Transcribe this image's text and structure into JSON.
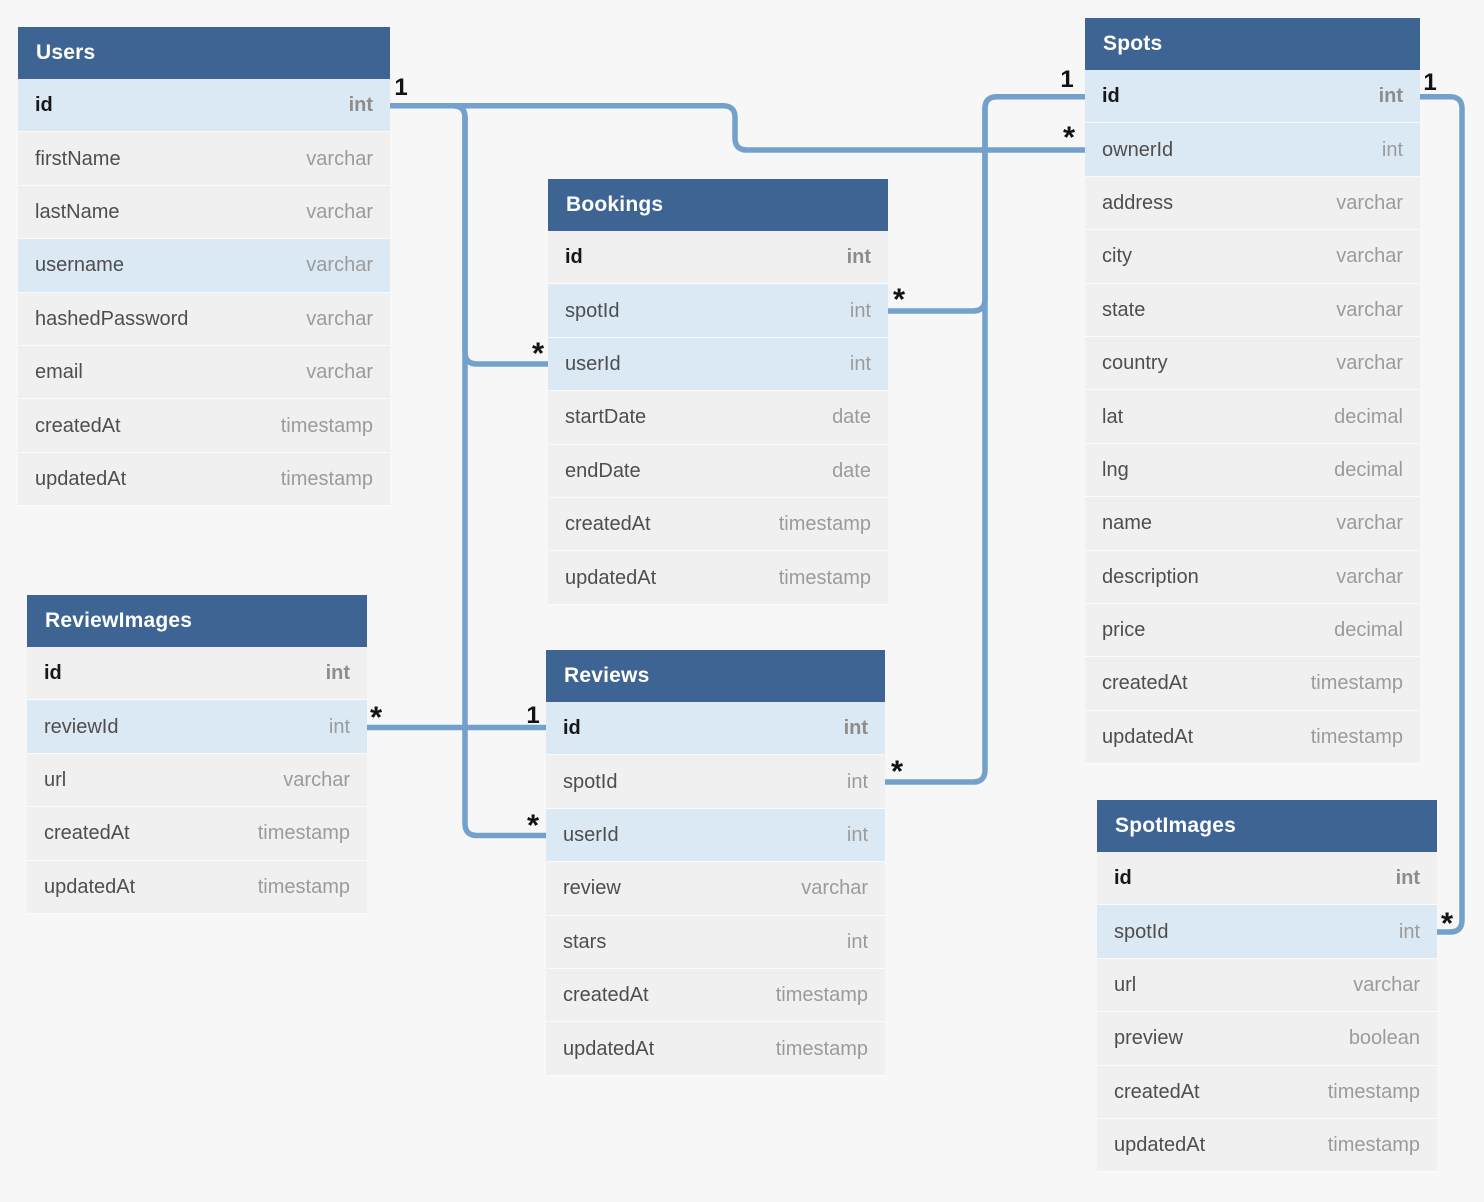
{
  "diagram": {
    "colors": {
      "header_blue": "#3e6494",
      "row_highlight_blue": "#dbe9f5",
      "row_gray": "#f0f0f0",
      "line": "#74a1cc",
      "background": "#f7f7f7"
    },
    "tables": [
      {
        "name": "Users",
        "fields": [
          {
            "name": "id",
            "type": "int",
            "key": true,
            "highlighted": true
          },
          {
            "name": "firstName",
            "type": "varchar"
          },
          {
            "name": "lastName",
            "type": "varchar"
          },
          {
            "name": "username",
            "type": "varchar",
            "highlighted": true
          },
          {
            "name": "hashedPassword",
            "type": "varchar"
          },
          {
            "name": "email",
            "type": "varchar"
          },
          {
            "name": "createdAt",
            "type": "timestamp"
          },
          {
            "name": "updatedAt",
            "type": "timestamp"
          }
        ]
      },
      {
        "name": "Bookings",
        "fields": [
          {
            "name": "id",
            "type": "int",
            "key": true
          },
          {
            "name": "spotId",
            "type": "int",
            "highlighted": true
          },
          {
            "name": "userId",
            "type": "int",
            "highlighted": true
          },
          {
            "name": "startDate",
            "type": "date"
          },
          {
            "name": "endDate",
            "type": "date"
          },
          {
            "name": "createdAt",
            "type": "timestamp"
          },
          {
            "name": "updatedAt",
            "type": "timestamp"
          }
        ]
      },
      {
        "name": "Spots",
        "fields": [
          {
            "name": "id",
            "type": "int",
            "key": true,
            "highlighted": true
          },
          {
            "name": "ownerId",
            "type": "int",
            "highlighted": true
          },
          {
            "name": "address",
            "type": "varchar"
          },
          {
            "name": "city",
            "type": "varchar"
          },
          {
            "name": "state",
            "type": "varchar"
          },
          {
            "name": "country",
            "type": "varchar"
          },
          {
            "name": "lat",
            "type": "decimal"
          },
          {
            "name": "lng",
            "type": "decimal"
          },
          {
            "name": "name",
            "type": "varchar"
          },
          {
            "name": "description",
            "type": "varchar"
          },
          {
            "name": "price",
            "type": "decimal"
          },
          {
            "name": "createdAt",
            "type": "timestamp"
          },
          {
            "name": "updatedAt",
            "type": "timestamp"
          }
        ]
      },
      {
        "name": "ReviewImages",
        "fields": [
          {
            "name": "id",
            "type": "int",
            "key": true
          },
          {
            "name": "reviewId",
            "type": "int",
            "highlighted": true
          },
          {
            "name": "url",
            "type": "varchar"
          },
          {
            "name": "createdAt",
            "type": "timestamp"
          },
          {
            "name": "updatedAt",
            "type": "timestamp"
          }
        ]
      },
      {
        "name": "Reviews",
        "fields": [
          {
            "name": "id",
            "type": "int",
            "key": true,
            "highlighted": true
          },
          {
            "name": "spotId",
            "type": "int"
          },
          {
            "name": "userId",
            "type": "int",
            "highlighted": true
          },
          {
            "name": "review",
            "type": "varchar"
          },
          {
            "name": "stars",
            "type": "int"
          },
          {
            "name": "createdAt",
            "type": "timestamp"
          },
          {
            "name": "updatedAt",
            "type": "timestamp"
          }
        ]
      },
      {
        "name": "SpotImages",
        "fields": [
          {
            "name": "id",
            "type": "int",
            "key": true
          },
          {
            "name": "spotId",
            "type": "int",
            "highlighted": true
          },
          {
            "name": "url",
            "type": "varchar"
          },
          {
            "name": "preview",
            "type": "boolean"
          },
          {
            "name": "createdAt",
            "type": "timestamp"
          },
          {
            "name": "updatedAt",
            "type": "timestamp"
          }
        ]
      }
    ],
    "relationships": [
      {
        "from": "Users.id",
        "to": "Spots.ownerId",
        "one": "1",
        "many": "*"
      },
      {
        "from": "Users.id",
        "to": "Bookings.userId",
        "one": "1",
        "many": "*"
      },
      {
        "from": "Users.id",
        "to": "Reviews.userId",
        "one": "1",
        "many": "*"
      },
      {
        "from": "Spots.id",
        "to": "Bookings.spotId",
        "one": "1",
        "many": "*"
      },
      {
        "from": "Spots.id",
        "to": "Reviews.spotId",
        "one": "1",
        "many": "*"
      },
      {
        "from": "Reviews.id",
        "to": "ReviewImages.reviewId",
        "one": "1",
        "many": "*"
      },
      {
        "from": "Spots.id",
        "to": "SpotImages.spotId",
        "one": "1",
        "many": "*"
      }
    ]
  }
}
